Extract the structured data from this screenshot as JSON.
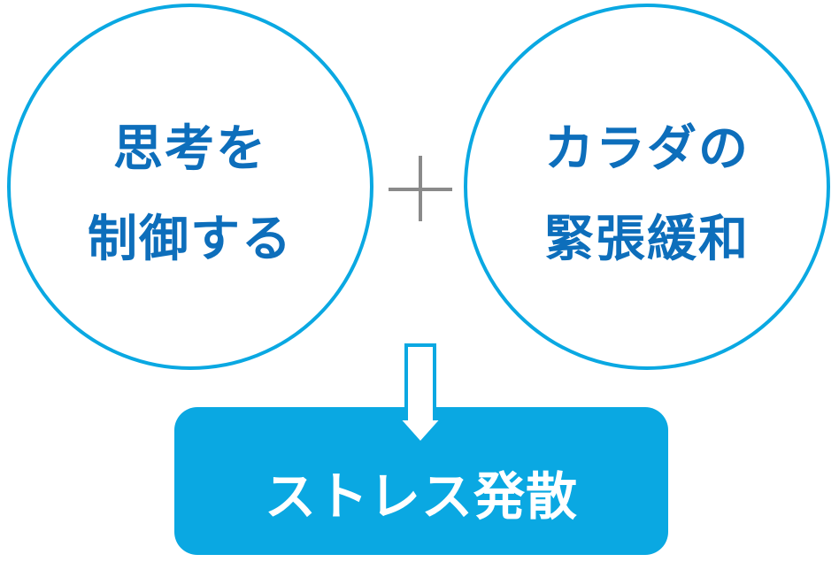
{
  "diagram": {
    "left_circle": {
      "lines": [
        "思考を",
        "制御する"
      ]
    },
    "plus_icon": "+",
    "right_circle": {
      "lines": [
        "カラダの",
        "緊張緩和"
      ]
    },
    "arrow_icon": "↓",
    "result_box": {
      "label": "ストレス発散"
    },
    "colors": {
      "accent": "#0AA8E2",
      "text_blue": "#0D6EBB",
      "plus_gray": "#8A8A8A",
      "result_text": "#FFFFFF"
    }
  }
}
